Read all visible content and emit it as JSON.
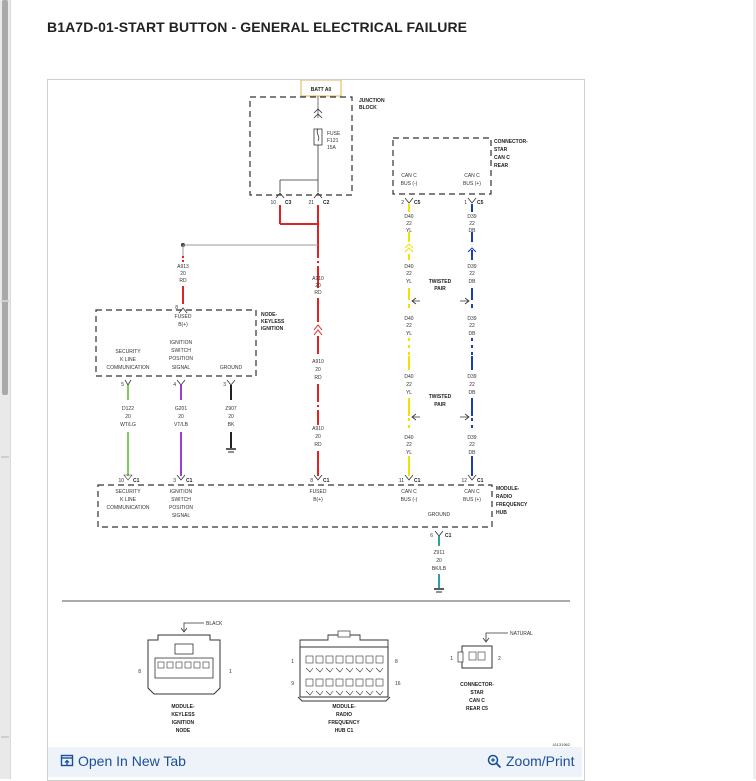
{
  "page": {
    "title": "B1A7D-01-START BUTTON - GENERAL ELECTRICAL FAILURE"
  },
  "actions": {
    "open_new_tab": "Open In New Tab",
    "zoom_print": "Zoom/Print"
  },
  "diagram": {
    "batt": "BATT A0",
    "junction_block": [
      "JUNCTION",
      "BLOCK"
    ],
    "fuse": [
      "FUSE",
      "F121",
      "15A"
    ],
    "jb_pins": [
      {
        "pin": "10",
        "conn": "C3"
      },
      {
        "pin": "21",
        "conn": "C2"
      }
    ],
    "connector_star": [
      "CONNECTOR-",
      "STAR",
      "CAN C",
      "REAR"
    ],
    "star_left": [
      "CAN C",
      "BUS (-)"
    ],
    "star_right": [
      "CAN C",
      "BUS (+)"
    ],
    "star_pins": [
      {
        "pin": "2",
        "conn": "C5"
      },
      {
        "pin": "1",
        "conn": "C5"
      }
    ],
    "twisted_pair": [
      "TWISTED",
      "PAIR"
    ],
    "wire_can_minus": [
      "D40",
      "22",
      "YL"
    ],
    "wire_can_plus": [
      "D39",
      "22",
      "DB"
    ],
    "wire_a913": [
      "A913",
      "20",
      "RD"
    ],
    "wire_a910": [
      "A910",
      "20",
      "RD"
    ],
    "wire_d122": [
      "D122",
      "20",
      "WT/LG"
    ],
    "wire_g201": [
      "G201",
      "20",
      "VT/LB"
    ],
    "wire_z907": [
      "Z907",
      "20",
      "BK"
    ],
    "wire_z911": [
      "Z911",
      "20",
      "BK/LB"
    ],
    "node_keyless": [
      "NODE-",
      "KEYLESS",
      "IGNITION"
    ],
    "node_fused": [
      "FUSED",
      "B(+)"
    ],
    "node_pin_top": "8",
    "node_security": [
      "SECURITY",
      "K LINE",
      "COMMUNICATION"
    ],
    "node_ignition": [
      "IGNITION",
      "SWITCH",
      "POSITION",
      "SIGNAL"
    ],
    "node_ground": "GROUND",
    "node_pins": [
      "5",
      "4",
      "3"
    ],
    "hub_module": [
      "MODULE-",
      "RADIO",
      "FREQUENCY",
      "HUB"
    ],
    "hub_pins": [
      {
        "pin": "10",
        "conn": "C1"
      },
      {
        "pin": "3",
        "conn": "C1"
      },
      {
        "pin": "8",
        "conn": "C1"
      },
      {
        "pin": "11",
        "conn": "C1"
      },
      {
        "pin": "12",
        "conn": "C1"
      }
    ],
    "hub_security": [
      "SECURITY",
      "K LINE",
      "COMMUNICATION"
    ],
    "hub_ignition": [
      "IGNITION",
      "SWITCH",
      "POSITION",
      "SIGNAL"
    ],
    "hub_fused": [
      "FUSED",
      "B(+)"
    ],
    "hub_can_minus": [
      "CAN C",
      "BUS (-)"
    ],
    "hub_can_plus": [
      "CAN C",
      "BUS (+)"
    ],
    "hub_ground": "GROUND",
    "hub_ground_pin": {
      "pin": "6",
      "conn": "C1"
    },
    "conn_black": "BLACK",
    "conn_natural": "NATURAL",
    "conn1_pins": [
      "8",
      "1"
    ],
    "conn2_pins": [
      "1",
      "9",
      "8",
      "16"
    ],
    "conn3_pins": [
      "1",
      "2"
    ],
    "conn1_label": [
      "MODULE-",
      "KEYLESS",
      "IGNITION",
      "NODE"
    ],
    "conn2_label": [
      "MODULE-",
      "RADIO",
      "FREQUENCY",
      "HUB C1"
    ],
    "conn3_label": [
      "CONNECTOR-",
      "STAR",
      "CAN C",
      "REAR C5"
    ],
    "figure_id": "41131962"
  },
  "colors": {
    "red_wire": "#e22222",
    "yellow_wire": "#f2e200",
    "blue_wire": "#1c3fb0",
    "purple_wire": "#9a3fd6",
    "green_wire": "#7fcc5a",
    "teal_wire": "#2aa0a8",
    "link_blue": "#1a4f9c",
    "batt_box": "#e0b050"
  },
  "icons": [
    "open-new-tab-icon",
    "zoom-icon"
  ]
}
